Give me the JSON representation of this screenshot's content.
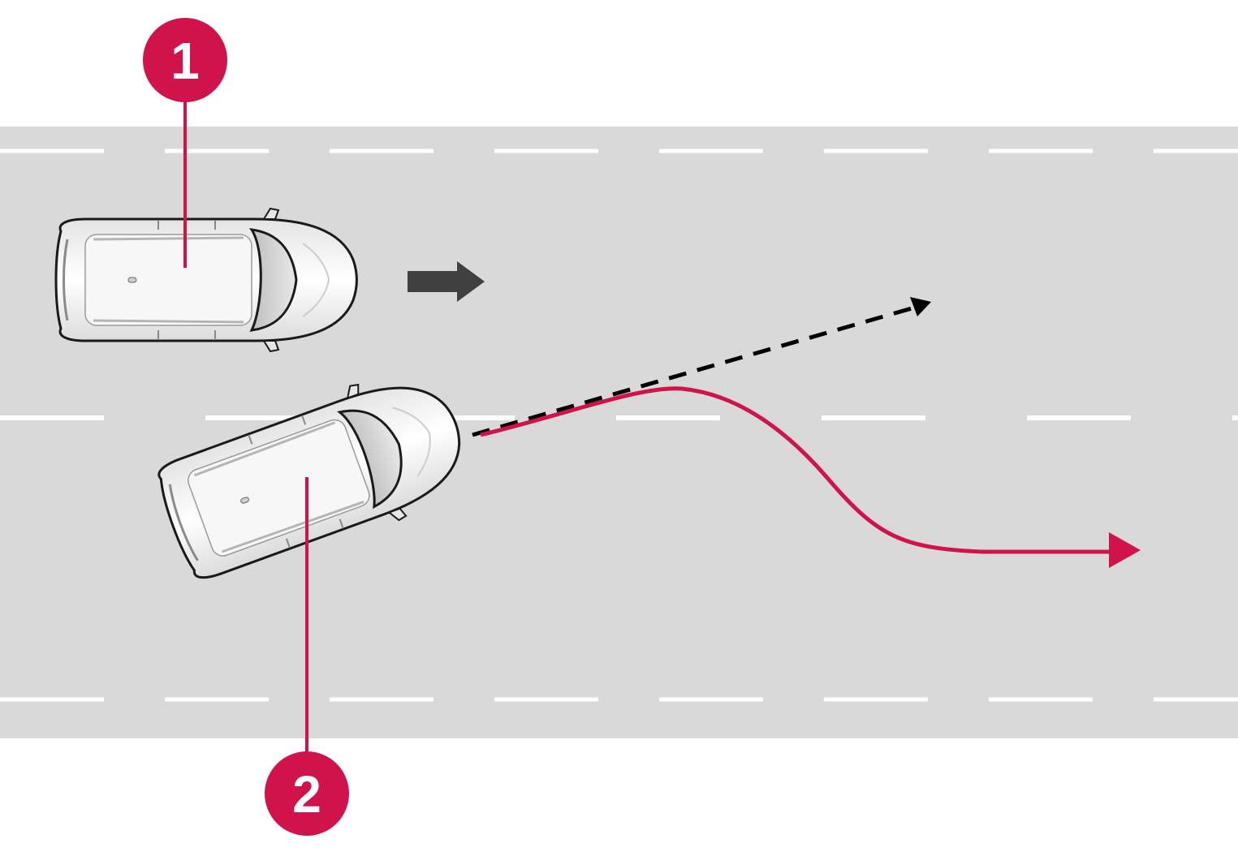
{
  "callouts": [
    {
      "id": "1",
      "label": "1",
      "subject": "car-ahead"
    },
    {
      "id": "2",
      "label": "2",
      "subject": "own-car"
    }
  ],
  "colors": {
    "background": "#ffffff",
    "road": "#d9d9d9",
    "lane_marking": "#ffffff",
    "callout": "#d0134a",
    "callout_text": "#ffffff",
    "intended_path": "#000000",
    "steering_path": "#d0134a",
    "direction_arrow": "#404040",
    "car_body": "#f2f2f2",
    "car_outline": "#1a1a1a"
  },
  "icons": {
    "car_ahead": "car-topview-icon",
    "own_car": "car-topview-icon",
    "direction": "arrow-right-icon"
  }
}
